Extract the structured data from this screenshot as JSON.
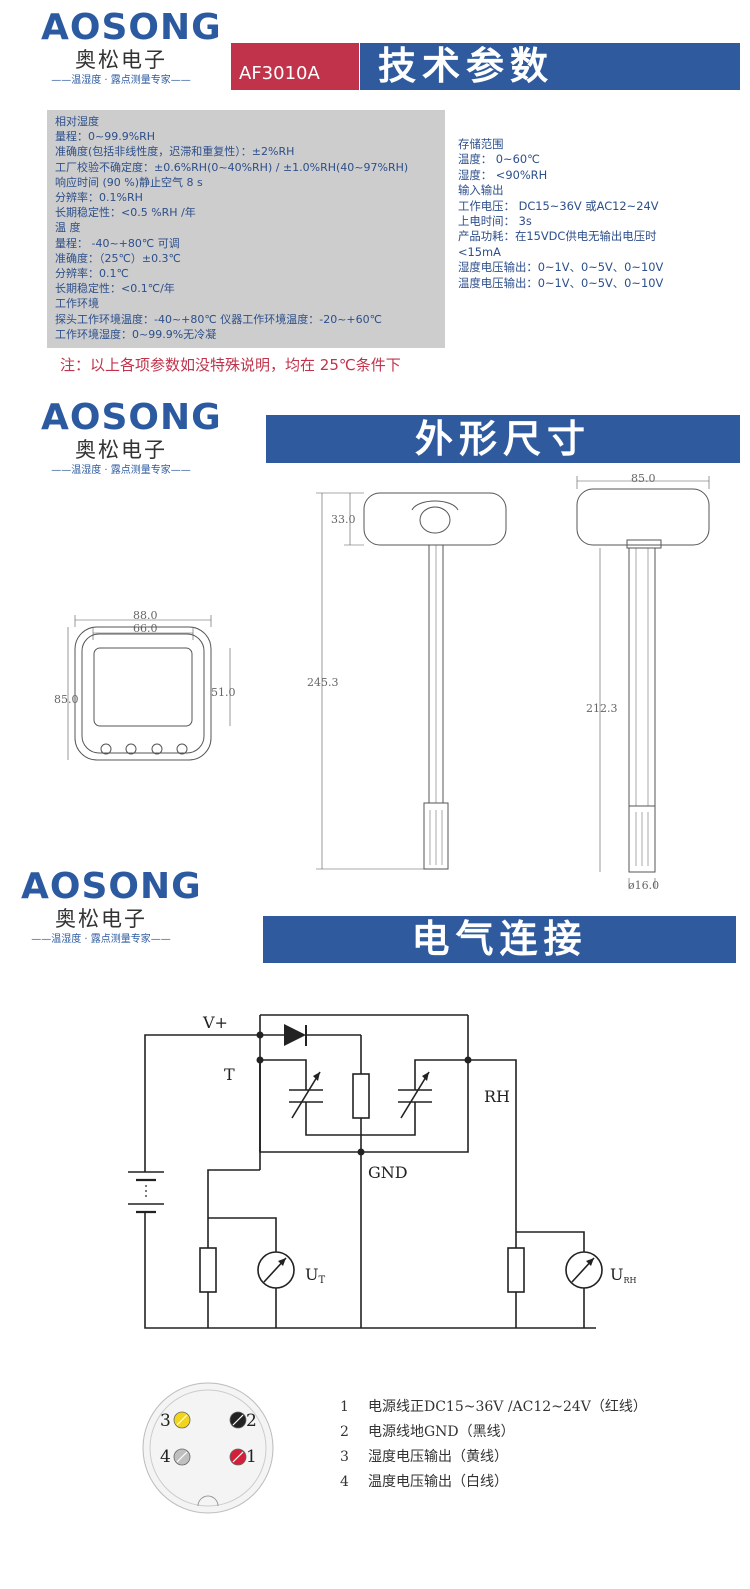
{
  "logo": {
    "brand": "AOSONG",
    "name_cn": "奥松电子",
    "tagline": "——温湿度 · 露点测量专家——"
  },
  "specs_section": {
    "model": "AF3010A",
    "title": "技术参数",
    "left_lines": [
      "相对湿度",
      "量程：0~99.9%RH",
      "准确度(包括非线性度，迟滞和重复性）：±2%RH",
      "工厂校验不确定度：±0.6%RH(0~40%RH) / ±1.0%RH(40~97%RH)",
      "响应时间 (90 %)静止空气 8 s",
      "分辨率：0.1%RH",
      "长期稳定性：<0.5 %RH /年",
      "温 度",
      "量程： -40~+80℃  可调",
      "准确度：（25℃）±0.3℃",
      "分辨率：0.1℃",
      "长期稳定性：<0.1℃/年",
      "工作环境",
      "探头工作环境温度：-40~+80℃  仪器工作环境温度：-20~+60℃",
      "工作环境湿度：0~99.9%无冷凝"
    ],
    "right_lines": [
      "存储范围",
      "温度：  0~60℃",
      "湿度：  <90%RH",
      "输入输出",
      "工作电压：  DC15~36V 或AC12~24V",
      "上电时间：  3s",
      "产品功耗：在15VDC供电无输出电压时",
      "  <15mA",
      "湿度电压输出：0~1V、0~5V、0~10V",
      "温度电压输出：0~1V、0~5V、0~10V"
    ],
    "note": "注：以上各项参数如没特殊说明，均在  25℃条件下"
  },
  "dimensions_section": {
    "title": "外形尺寸",
    "front_width_outer": "88.0",
    "front_width_inner": "66.0",
    "front_height_outer": "85.0",
    "front_height_inner": "51.0",
    "side_head_height": "33.0",
    "side_total_length": "245.3",
    "back_width": "85.0",
    "back_probe_length": "212.3",
    "probe_diameter": "ø16.0"
  },
  "electrical_section": {
    "title": "电气连接",
    "labels": {
      "vplus": "V+",
      "t": "T",
      "rh": "RH",
      "gnd": "GND",
      "ut": "U",
      "ut_sub": "T",
      "urh": "U",
      "urh_sub": "RH"
    },
    "pins": [
      {
        "num": "1",
        "color": "#d3203a",
        "desc": "电源线正DC15~36V /AC12~24V（红线）"
      },
      {
        "num": "2",
        "color": "#222222",
        "desc": "电源线地GND（黑线）"
      },
      {
        "num": "3",
        "color": "#f2d51a",
        "desc": "湿度电压输出（黄线）"
      },
      {
        "num": "4",
        "color": "#bfbfbf",
        "desc": "温度电压输出（白线）"
      }
    ]
  }
}
